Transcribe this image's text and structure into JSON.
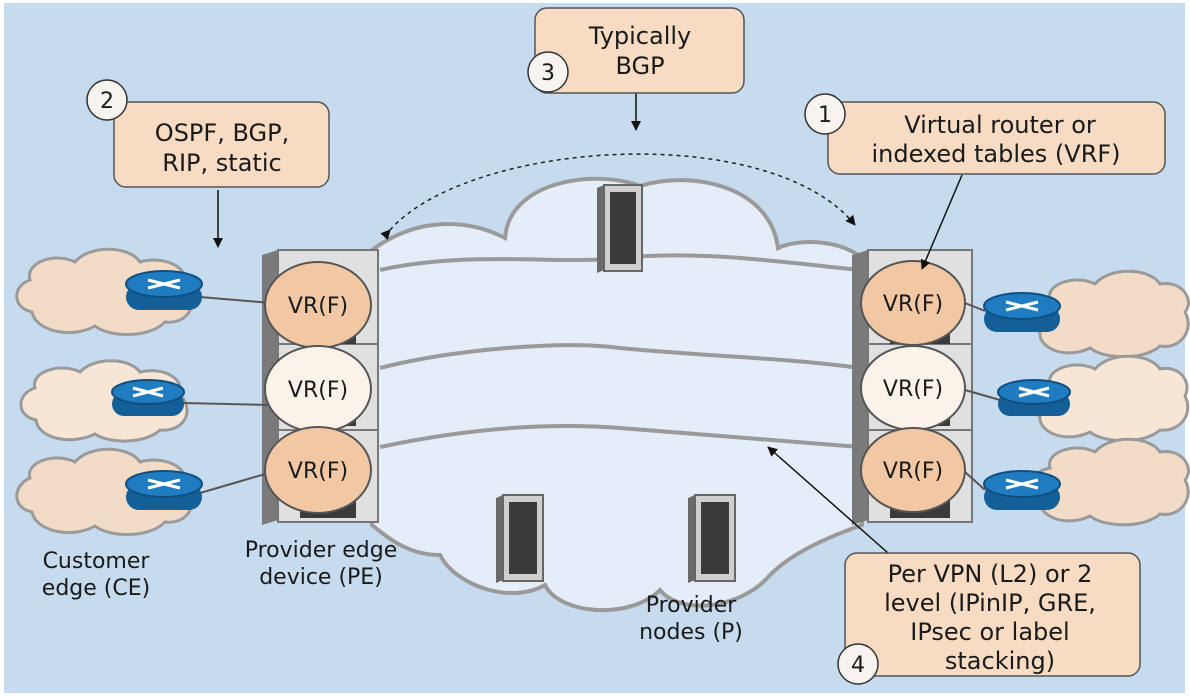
{
  "callouts": {
    "c1": {
      "number": "1",
      "lines": [
        "Virtual router or",
        "indexed tables (VRF)"
      ]
    },
    "c2": {
      "number": "2",
      "lines": [
        "OSPF, BGP,",
        "RIP, static"
      ]
    },
    "c3": {
      "number": "3",
      "lines": [
        "Typically",
        "BGP"
      ]
    },
    "c4": {
      "number": "4",
      "lines": [
        "Per VPN (L2) or 2",
        "level (IPinIP, GRE,",
        "IPsec or label",
        "stacking)"
      ]
    }
  },
  "labels": {
    "ce": [
      "Customer",
      "edge (CE)"
    ],
    "pe": [
      "Provider edge",
      "device (PE)"
    ],
    "p": [
      "Provider",
      "nodes (P)"
    ]
  },
  "vr_label": "VR(F)",
  "colors": {
    "background": "#c7dbef",
    "callout_fill": "#f7dcc3",
    "callout_stroke": "#555555",
    "vr_orange": "#f2c7a3",
    "vr_white": "#fbf2ea",
    "router_blue": "#1a6fb0",
    "customer_cloud": "#f2dcc8",
    "core_cloud": "#e4edf8"
  }
}
